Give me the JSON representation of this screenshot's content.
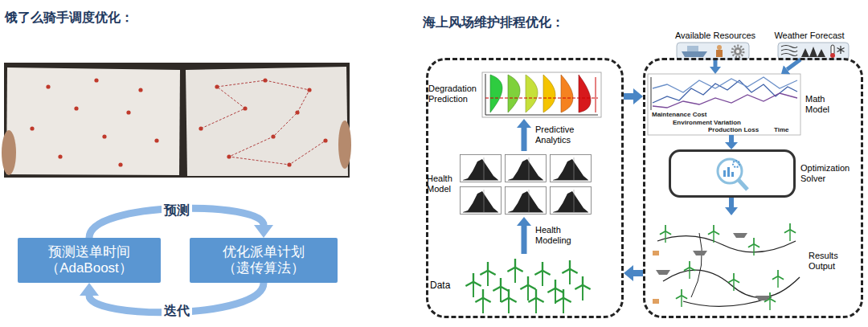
{
  "diagram": {
    "nodes": [
      {
        "text": [
          "预测送单时间 （AdaBoost）"
        ]
      },
      {
        "text": [
          "优化派单计划 （遗传算法）"
        ]
      },
      {
        "text": []
      },
      {
        "text": [
          "Degradation Prediction"
        ],
        "in": 2
      },
      {
        "text": [
          "Health Model"
        ],
        "in": 2
      },
      {
        "text": [
          "Data"
        ],
        "in": 2
      },
      {
        "text": []
      },
      {
        "text": [
          "Available Resources"
        ],
        "in": 6
      },
      {
        "text": [
          "Weather Forecast"
        ],
        "in": 6
      },
      {
        "text": [
          "Math Model"
        ],
        "in": 6
      },
      {
        "text": [
          "Optimization Solver"
        ],
        "in": 6
      },
      {
        "text": [
          "Results Output"
        ],
        "in": 6
      }
    ],
    "edges": [
      {
        "from": 0,
        "to": 1,
        "label": "预测",
        "arrow": "to"
      },
      {
        "from": 1,
        "to": 0,
        "label": "迭代",
        "arrow": "to"
      },
      {
        "from": 5,
        "to": 4,
        "label": "Health Modeling",
        "arrow": "to"
      },
      {
        "from": 4,
        "to": 3,
        "label": "Predictive Analytics",
        "arrow": "to"
      },
      {
        "from": 2,
        "to": 6,
        "arrow": "to"
      },
      {
        "from": 7,
        "to": 9,
        "arrow": "to"
      },
      {
        "from": 8,
        "to": 9,
        "arrow": "to"
      },
      {
        "from": 9,
        "to": 10,
        "arrow": "to"
      },
      {
        "from": 10,
        "to": 11,
        "arrow": "to"
      },
      {
        "from": 6,
        "to": 2,
        "arrow": "to"
      }
    ],
    "labels": [
      "饿了么骑手调度优化：",
      "海上风场维护排程优化：",
      "Maintenance Cost",
      "Environment Variation",
      "Production Loss",
      "Time"
    ]
  }
}
